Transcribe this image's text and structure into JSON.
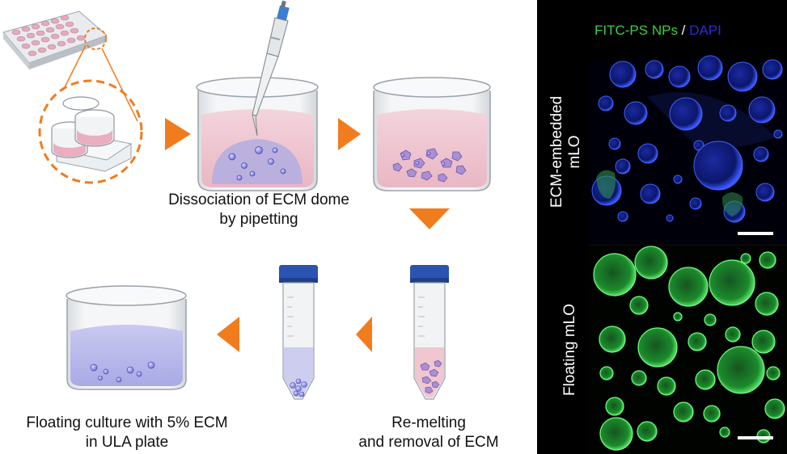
{
  "steps": {
    "dissociation": {
      "line1": "Dissociation of ECM dome",
      "line2": "by pipetting"
    },
    "remelting": {
      "line1": "Re-melting",
      "line2": "and removal of ECM"
    },
    "floating_culture": {
      "line1": "Floating culture with 5% ECM",
      "line2": "in ULA plate"
    }
  },
  "microscopy": {
    "stain_a": "FITC-PS NPs",
    "separator": " / ",
    "stain_b": "DAPI",
    "panel_top_line1": "ECM-embedded",
    "panel_top_line2": "mLO",
    "panel_bottom": "Floating mLO"
  },
  "colors": {
    "arrow": "#f07c1e",
    "fitc_green": "#3ecf3e",
    "dapi_blue": "#2a2adb",
    "ecm_pink": "#efc8d2",
    "culture_lavender": "#b8b8ec"
  }
}
